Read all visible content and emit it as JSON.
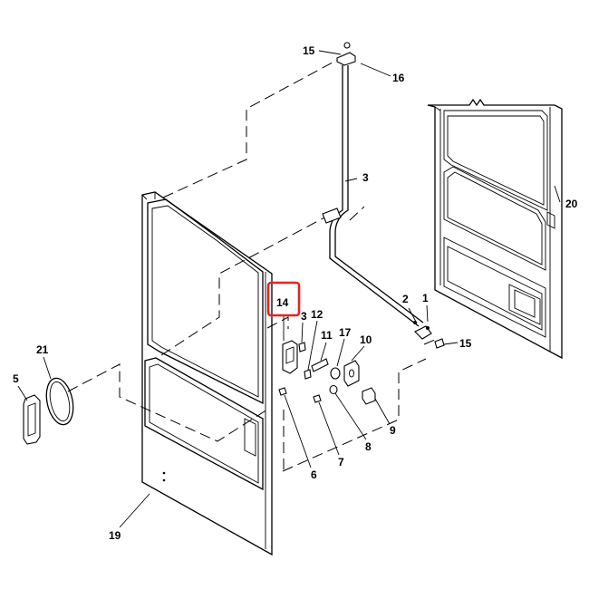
{
  "callouts": {
    "c1": "1",
    "c2": "2",
    "c3": "3",
    "c3b": "3",
    "c5": "5",
    "c6": "6",
    "c7": "7",
    "c8": "8",
    "c9": "9",
    "c10": "10",
    "c11": "11",
    "c12": "12",
    "c14": "14",
    "c15a": "15",
    "c15b": "15",
    "c16": "16",
    "c17": "17",
    "c19": "19",
    "c20": "20",
    "c21": "21"
  },
  "highlight": {
    "callout": "14",
    "color": "#e8231f"
  }
}
